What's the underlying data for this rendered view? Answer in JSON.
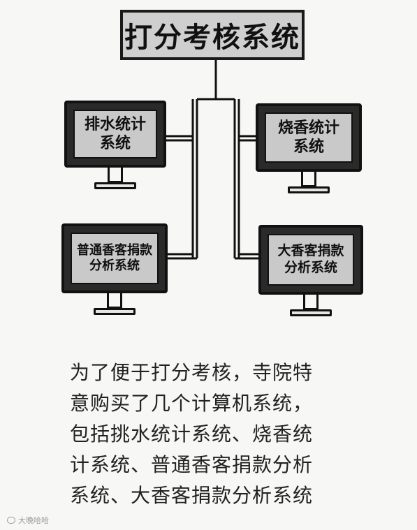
{
  "title": "打分考核系统",
  "monitors": [
    {
      "id": "top-left",
      "lines": [
        "排水统计",
        "系统"
      ]
    },
    {
      "id": "top-right",
      "lines": [
        "烧香统计",
        "系统"
      ]
    },
    {
      "id": "bottom-left",
      "lines": [
        "普通香客捐款",
        "分析系统"
      ]
    },
    {
      "id": "bottom-right",
      "lines": [
        "大香客捐款",
        "分析系统"
      ]
    }
  ],
  "caption": {
    "lines": [
      "为了便于打分考核，寺院特",
      "意购买了几个计算机系统，",
      "包括挑水统计系统、烧香统",
      "计系统、普通香客捐款分析",
      "系统、大香客捐款分析系统"
    ]
  },
  "watermark": "大晚哈哈",
  "icons": {
    "watermark": "chat-bubble-icon"
  }
}
